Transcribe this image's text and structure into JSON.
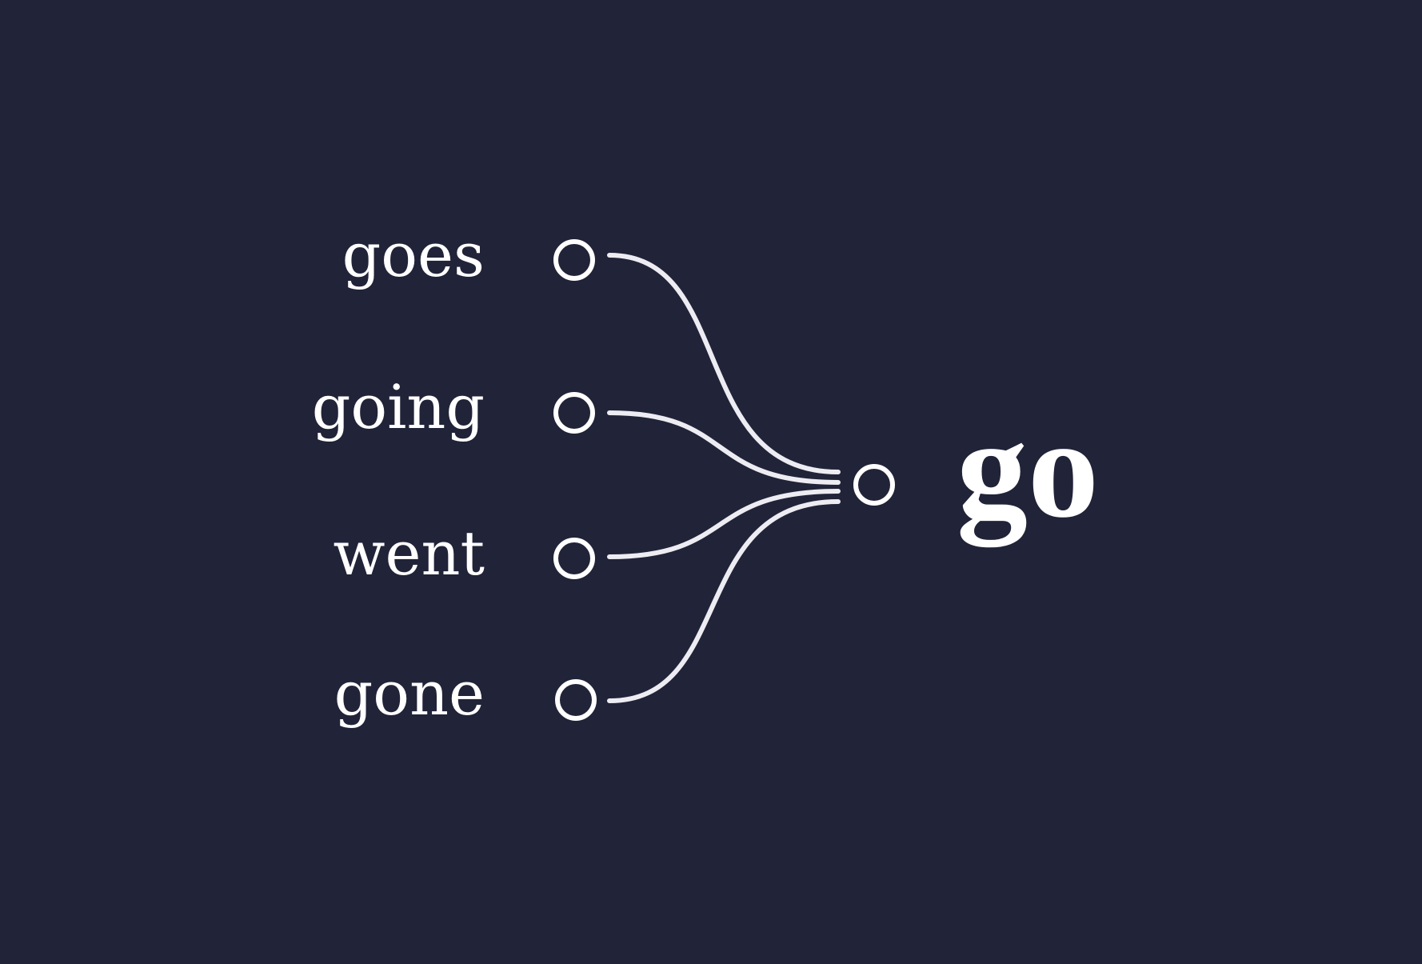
{
  "diagram": {
    "colors": {
      "background": "#212338",
      "foreground": "#ffffff",
      "edge": "#ececf2"
    },
    "sources": [
      {
        "label": "goes"
      },
      {
        "label": "going"
      },
      {
        "label": "went"
      },
      {
        "label": "gone"
      }
    ],
    "target": {
      "label": "go"
    }
  }
}
